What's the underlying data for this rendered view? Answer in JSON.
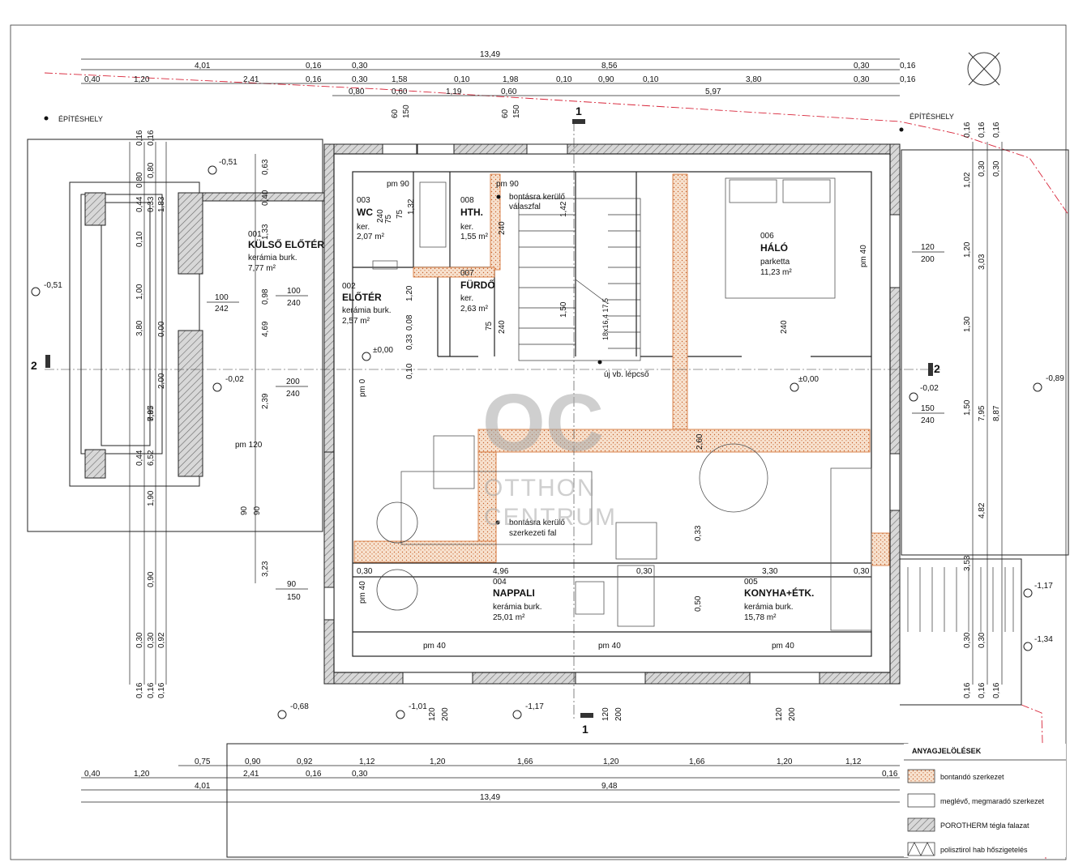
{
  "watermark": {
    "logo": "OC",
    "line1": "OTTHON",
    "line2": "CENTRUM"
  },
  "site_labels": {
    "left": "ÉPÍTÉSHELY",
    "right": "ÉPÍTÉSHELY"
  },
  "section_marks": {
    "top": "1",
    "bottom": "1",
    "left": "2",
    "right": "2"
  },
  "rooms": [
    {
      "id": "001",
      "name": "KÜLSŐ ELŐTÉR",
      "finish": "kerámia burk.",
      "area": "7,77 m²"
    },
    {
      "id": "002",
      "name": "ELŐTÉR",
      "finish": "kerámia burk.",
      "area": "2,57 m²"
    },
    {
      "id": "003",
      "name": "WC",
      "finish": "ker.",
      "area": "2,07 m²"
    },
    {
      "id": "008",
      "name": "HTH.",
      "finish": "ker.",
      "area": "1,55 m²"
    },
    {
      "id": "007",
      "name": "FÜRDŐ",
      "finish": "ker.",
      "area": "2,63 m²"
    },
    {
      "id": "006",
      "name": "HÁLÓ",
      "finish": "parketta",
      "area": "11,23 m²"
    },
    {
      "id": "004",
      "name": "NAPPALI",
      "finish": "kerámia burk.",
      "area": "25,01 m²"
    },
    {
      "id": "005",
      "name": "KONYHA+ÉTK.",
      "finish": "kerámia burk.",
      "area": "15,78 m²"
    }
  ],
  "notes": {
    "demolish_partition": "bontásra kerülő",
    "demolish_partition_2": "válaszfal",
    "demolish_wall": "bontásra kerülő",
    "demolish_wall_2": "szerkezeti fal",
    "new_stair": "új vb. lépcső",
    "stair_note": "18x16,4 17,5"
  },
  "levels": {
    "lv_m051a": "-0,51",
    "lv_051b": "-0,51",
    "lv_000a": "±0,00",
    "lv_000b": "±0,00",
    "lv_m002a": "-0,02",
    "lv_m002b": "-0,02",
    "lv_m089": "-0,89",
    "lv_m068": "-0,68",
    "lv_m101": "-1,01",
    "lv_m117a": "-1,17",
    "lv_m117b": "-1,17",
    "lv_m134": "-1,34"
  },
  "openings": {
    "pm90a": "pm 90",
    "pm90b": "pm 90",
    "pm120": "pm 120",
    "pm40a": "pm 40",
    "pm40b": "pm 40",
    "pm40c": "pm 40",
    "pm0": "pm 0",
    "pm40v": "pm 40",
    "pm40w": "pm 40",
    "w100_242_t": "100",
    "w100_242_b": "242",
    "w100_240_t": "100",
    "w100_240_b": "240",
    "w200_240_t": "200",
    "w200_240_b": "240",
    "w120_200_t": "120",
    "w120_200_b": "200",
    "w150_240_t": "150",
    "w150_240_b": "240",
    "w90_150_t": "90",
    "w90_150_b": "150",
    "v60a": "60",
    "v150a": "150",
    "v60b": "60",
    "v150b": "150",
    "v120a": "120",
    "v200a": "200",
    "v120b": "120",
    "v200b": "200",
    "v120c": "120",
    "v200c": "200",
    "v90a": "90",
    "v90b": "90",
    "d75a": "75",
    "d75b": "75",
    "d240a": "240",
    "d240b": "240",
    "d240c": "240",
    "d240d": "240",
    "d75c": "75",
    "d132": "1,32",
    "d120": "1,20",
    "d150": "1,50",
    "d260": "2,60",
    "d142": "1,42",
    "d08": "0,08",
    "d033a": "0,33",
    "d010": "0,10",
    "d033b": "0,33",
    "d050": "0,50",
    "d496": "4,96",
    "d330": "3,30",
    "d030a": "0,30",
    "d030b": "0,30",
    "d030c": "0,30"
  },
  "dims_top": {
    "total": "13,49",
    "row2": [
      "4,01",
      "0,16",
      "0,30",
      "8,56",
      "0,30",
      "0,16"
    ],
    "row3": [
      "0,40",
      "1,20",
      "2,41",
      "0,16",
      "0,30",
      "1,58",
      "0,10",
      "1,98",
      "0,10",
      "0,90",
      "0,10",
      "3,80",
      "0,30",
      "0,16"
    ],
    "row4": [
      "0,80",
      "0,60",
      "1,19",
      "0,60",
      "5,97"
    ]
  },
  "dims_bottom": {
    "row1": [
      "0,75",
      "0,90",
      "0,92",
      "1,12",
      "1,20",
      "1,66",
      "1,20",
      "1,66",
      "1,20",
      "1,12"
    ],
    "row2": [
      "0,40",
      "1,20",
      "2,41",
      "0,16",
      "0,30",
      "0,16"
    ],
    "row3": [
      "4,01",
      "9,48"
    ],
    "total": "13,49"
  },
  "dims_left": {
    "a": [
      "0,16",
      "0,80",
      "0,44",
      "0,10",
      "1,00",
      "3,80",
      "0,44",
      "0,30",
      "0,16"
    ],
    "b": [
      "0,16",
      "0,80",
      "0,33",
      "8,87",
      "7,95",
      "6,52",
      "1,90",
      "0,90",
      "0,30",
      "0,16"
    ],
    "c": [
      "1,83",
      "0,00",
      "2,00",
      "0,92",
      "0,16"
    ],
    "d": [
      "0,63",
      "1,33",
      "0,40",
      "0,98",
      "4,69",
      "2,39",
      "3,23"
    ]
  },
  "dims_right": {
    "a": [
      "0,16",
      "1,02",
      "1,20",
      "1,30",
      "1,50",
      "3,53",
      "0,30",
      "0,16"
    ],
    "b": [
      "0,16",
      "0,30",
      "3,03",
      "7,95",
      "4,82",
      "0,30",
      "0,16"
    ],
    "c": [
      "0,16",
      "0,30",
      "8,87",
      "0,16"
    ]
  },
  "legend": {
    "title": "ANYAGJELÖLÉSEK",
    "items": [
      {
        "label": "bontandó szerkezet"
      },
      {
        "label": "meglévő, megmaradó szerkezet"
      },
      {
        "label": "POROTHERM tégla falazat"
      },
      {
        "label": "polisztirol hab hőszigetelés"
      }
    ]
  }
}
